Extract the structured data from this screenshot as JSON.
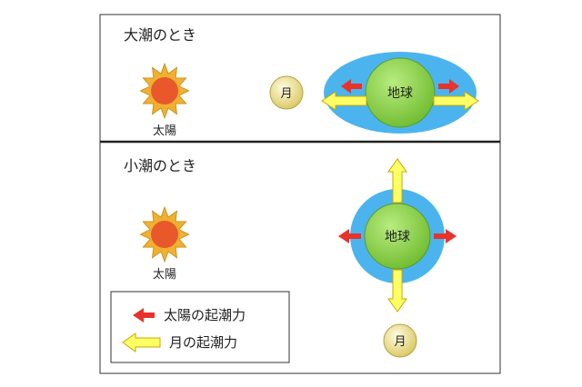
{
  "spring_tide": {
    "title": "大潮のとき",
    "sun_label": "太陽",
    "moon_label": "月",
    "earth_label": "地球"
  },
  "neap_tide": {
    "title": "小潮のとき",
    "sun_label": "太陽",
    "moon_label": "月",
    "earth_label": "地球"
  },
  "legend": {
    "sun_force": "太陽の起潮力",
    "moon_force": "月の起潮力"
  },
  "colors": {
    "sun_arrow": "#e8322a",
    "moon_arrow_fill": "#ffff66",
    "moon_arrow_stroke": "#c8a800",
    "water": "#4bb4ee",
    "earth": "#8fd24a",
    "sun_core": "#e8582a",
    "sun_rays": "#f0b030",
    "moon": "#f0e080"
  }
}
